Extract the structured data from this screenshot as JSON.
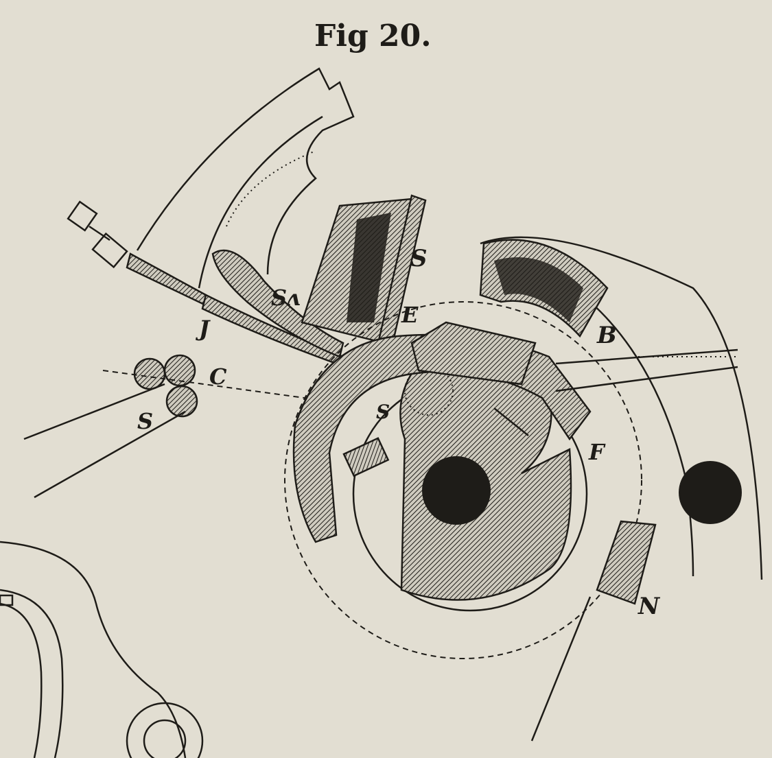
{
  "figure": {
    "title": "Fig  20.",
    "labels": {
      "s_top": "S",
      "s_caret": "Sʌ",
      "j": "J",
      "e": "E",
      "c": "C",
      "s_left": "S",
      "s_center": "S",
      "b": "B",
      "f": "F",
      "n": "N"
    }
  }
}
